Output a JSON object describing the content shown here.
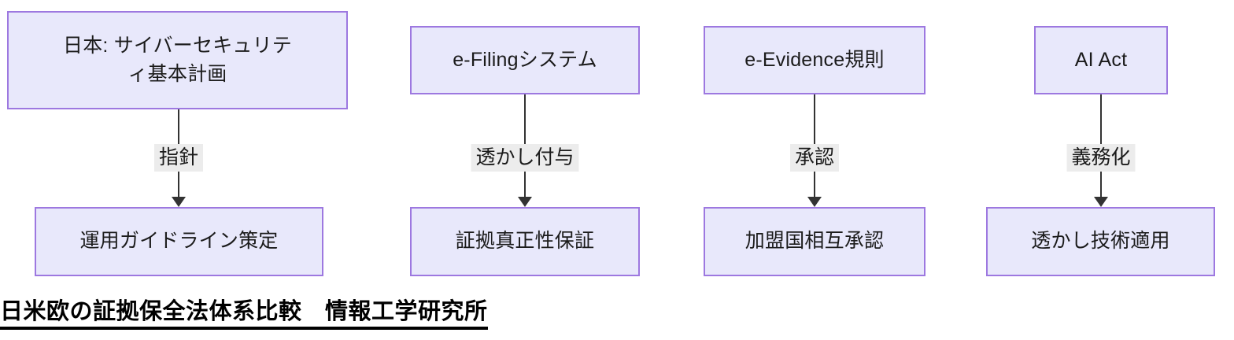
{
  "diagram": {
    "type": "flowchart",
    "direction": "top-to-bottom",
    "theme": {
      "node_fill": "#e8e8fb",
      "node_border": "#9d78e0",
      "node_text": "#1b1b1b",
      "edge_color": "#333333",
      "edge_label_background": "#ececec",
      "caption_color": "#000000",
      "canvas_background": "#ffffff"
    },
    "nodes": [
      {
        "id": "jp-plan",
        "label": "日本: サイバーセキュリテ\nィ基本計画",
        "column": 1,
        "row": "top"
      },
      {
        "id": "efiling",
        "label": "e-Filingシステム",
        "column": 2,
        "row": "top"
      },
      {
        "id": "eevidence",
        "label": "e-Evidence規則",
        "column": 3,
        "row": "top"
      },
      {
        "id": "aiact",
        "label": "AI Act",
        "column": 4,
        "row": "top"
      },
      {
        "id": "guideline",
        "label": "運用ガイドライン策定",
        "column": 1,
        "row": "bottom"
      },
      {
        "id": "authenticity",
        "label": "証拠真正性保証",
        "column": 2,
        "row": "bottom"
      },
      {
        "id": "mutual",
        "label": "加盟国相互承認",
        "column": 3,
        "row": "bottom"
      },
      {
        "id": "watermark",
        "label": "透かし技術適用",
        "column": 4,
        "row": "bottom"
      }
    ],
    "edges": [
      {
        "id": "edge1",
        "from": "jp-plan",
        "to": "guideline",
        "label": "指針"
      },
      {
        "id": "edge2",
        "from": "efiling",
        "to": "authenticity",
        "label": "透かし付与"
      },
      {
        "id": "edge3",
        "from": "eevidence",
        "to": "mutual",
        "label": "承認"
      },
      {
        "id": "edge4",
        "from": "aiact",
        "to": "watermark",
        "label": "義務化"
      }
    ],
    "caption": "日米欧の証拠保全法体系比較　情報工学研究所"
  }
}
